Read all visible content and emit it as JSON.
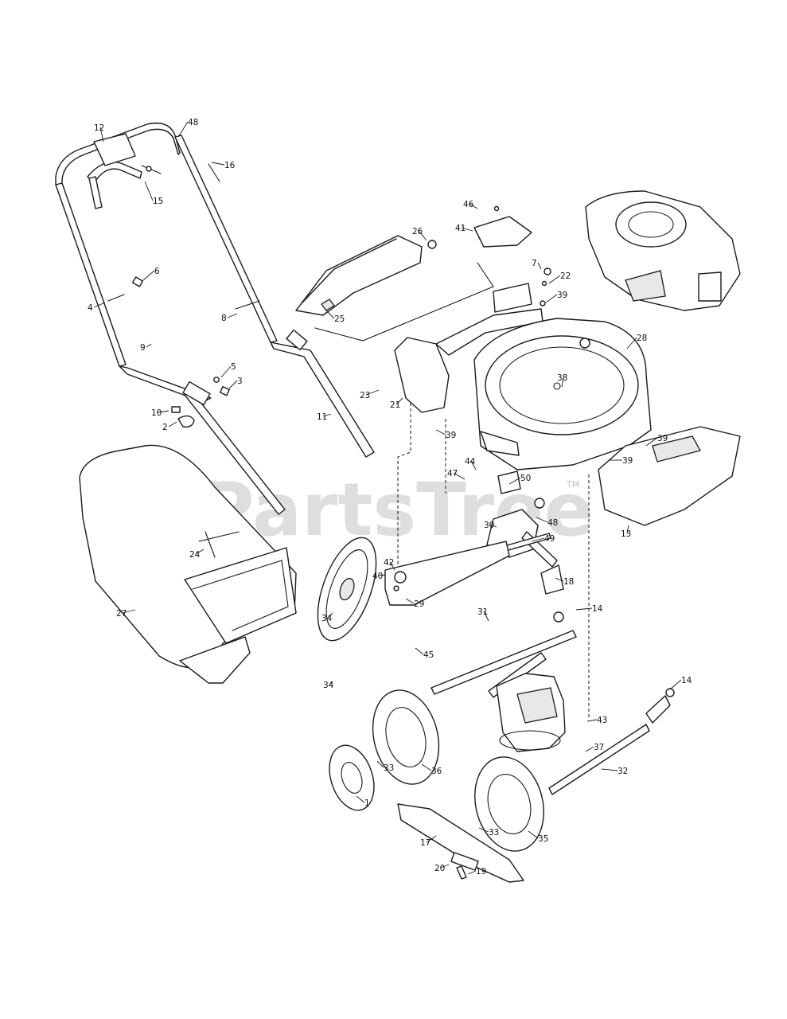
{
  "watermark": {
    "brand": "PartsTree",
    "trademark": "TM"
  },
  "callouts": [
    {
      "id": "c12",
      "text": "12"
    },
    {
      "id": "c48a",
      "text": "48"
    },
    {
      "id": "c16",
      "text": "16"
    },
    {
      "id": "c15",
      "text": "15"
    },
    {
      "id": "c6",
      "text": "6"
    },
    {
      "id": "c4",
      "text": "4"
    },
    {
      "id": "c8",
      "text": "8"
    },
    {
      "id": "c9",
      "text": "9"
    },
    {
      "id": "c5",
      "text": "5"
    },
    {
      "id": "c3",
      "text": "3"
    },
    {
      "id": "c10",
      "text": "10"
    },
    {
      "id": "c2",
      "text": "2"
    },
    {
      "id": "c11",
      "text": "11"
    },
    {
      "id": "c46",
      "text": "46"
    },
    {
      "id": "c41",
      "text": "41"
    },
    {
      "id": "c26",
      "text": "26"
    },
    {
      "id": "c25",
      "text": "25"
    },
    {
      "id": "c7",
      "text": "7"
    },
    {
      "id": "c22",
      "text": "22"
    },
    {
      "id": "c39a",
      "text": "39"
    },
    {
      "id": "c28",
      "text": "28"
    },
    {
      "id": "c38",
      "text": "38"
    },
    {
      "id": "c23",
      "text": "23"
    },
    {
      "id": "c21",
      "text": "21"
    },
    {
      "id": "c39b",
      "text": "39"
    },
    {
      "id": "c39c",
      "text": "39"
    },
    {
      "id": "c39d",
      "text": "39"
    },
    {
      "id": "c44",
      "text": "44"
    },
    {
      "id": "c47",
      "text": "47"
    },
    {
      "id": "c50",
      "text": "50"
    },
    {
      "id": "c30",
      "text": "30"
    },
    {
      "id": "c48b",
      "text": "48"
    },
    {
      "id": "c49",
      "text": "49"
    },
    {
      "id": "c13",
      "text": "13"
    },
    {
      "id": "c24",
      "text": "24"
    },
    {
      "id": "c27",
      "text": "27"
    },
    {
      "id": "c42",
      "text": "42"
    },
    {
      "id": "c40",
      "text": "40"
    },
    {
      "id": "c34a",
      "text": "34"
    },
    {
      "id": "c18",
      "text": "18"
    },
    {
      "id": "c29",
      "text": "29"
    },
    {
      "id": "c14a",
      "text": "14"
    },
    {
      "id": "c31",
      "text": "31"
    },
    {
      "id": "c45",
      "text": "45"
    },
    {
      "id": "c14b",
      "text": "14"
    },
    {
      "id": "c34b",
      "text": "34"
    },
    {
      "id": "c43",
      "text": "43"
    },
    {
      "id": "c37",
      "text": "37"
    },
    {
      "id": "c32",
      "text": "32"
    },
    {
      "id": "c33a",
      "text": "33"
    },
    {
      "id": "c36",
      "text": "36"
    },
    {
      "id": "c1",
      "text": "1"
    },
    {
      "id": "c33b",
      "text": "33"
    },
    {
      "id": "c35",
      "text": "35"
    },
    {
      "id": "c17",
      "text": "17"
    },
    {
      "id": "c20",
      "text": "20"
    },
    {
      "id": "c19",
      "text": "19"
    }
  ]
}
